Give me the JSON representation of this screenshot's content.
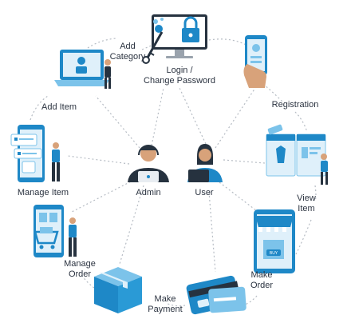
{
  "colors": {
    "primary": "#1e88c7",
    "light": "#7cc3ea",
    "pale": "#dff0fa",
    "dark": "#26323f",
    "skin": "#d8a27a",
    "dots": "#b6bcc4"
  },
  "center": {
    "admin_label": "Admin",
    "user_label": "User"
  },
  "nodes": {
    "add_category": "Add\nCategory",
    "login": "Login /\nChange Password",
    "registration": "Registration",
    "view_item": "View\nItem",
    "make_order": "Make\nOrder",
    "make_payment": "Make\nPayment",
    "manage_order": "Manage\nOrder",
    "manage_item": "Manage Item",
    "add_item": "Add Item"
  },
  "icons": {
    "add_category": "laptop-person-icon",
    "login": "monitor-lock-key-icon",
    "registration": "phone-hand-icon",
    "view_item": "shop-screens-icon",
    "make_order": "storefront-phone-icon",
    "make_payment": "credit-card-icon",
    "manage_order": "package-box-icon",
    "manage_item": "phone-checklist-icon",
    "add_item": "phone-cart-icon",
    "admin": "admin-headset-icon",
    "user": "user-laptop-icon"
  }
}
